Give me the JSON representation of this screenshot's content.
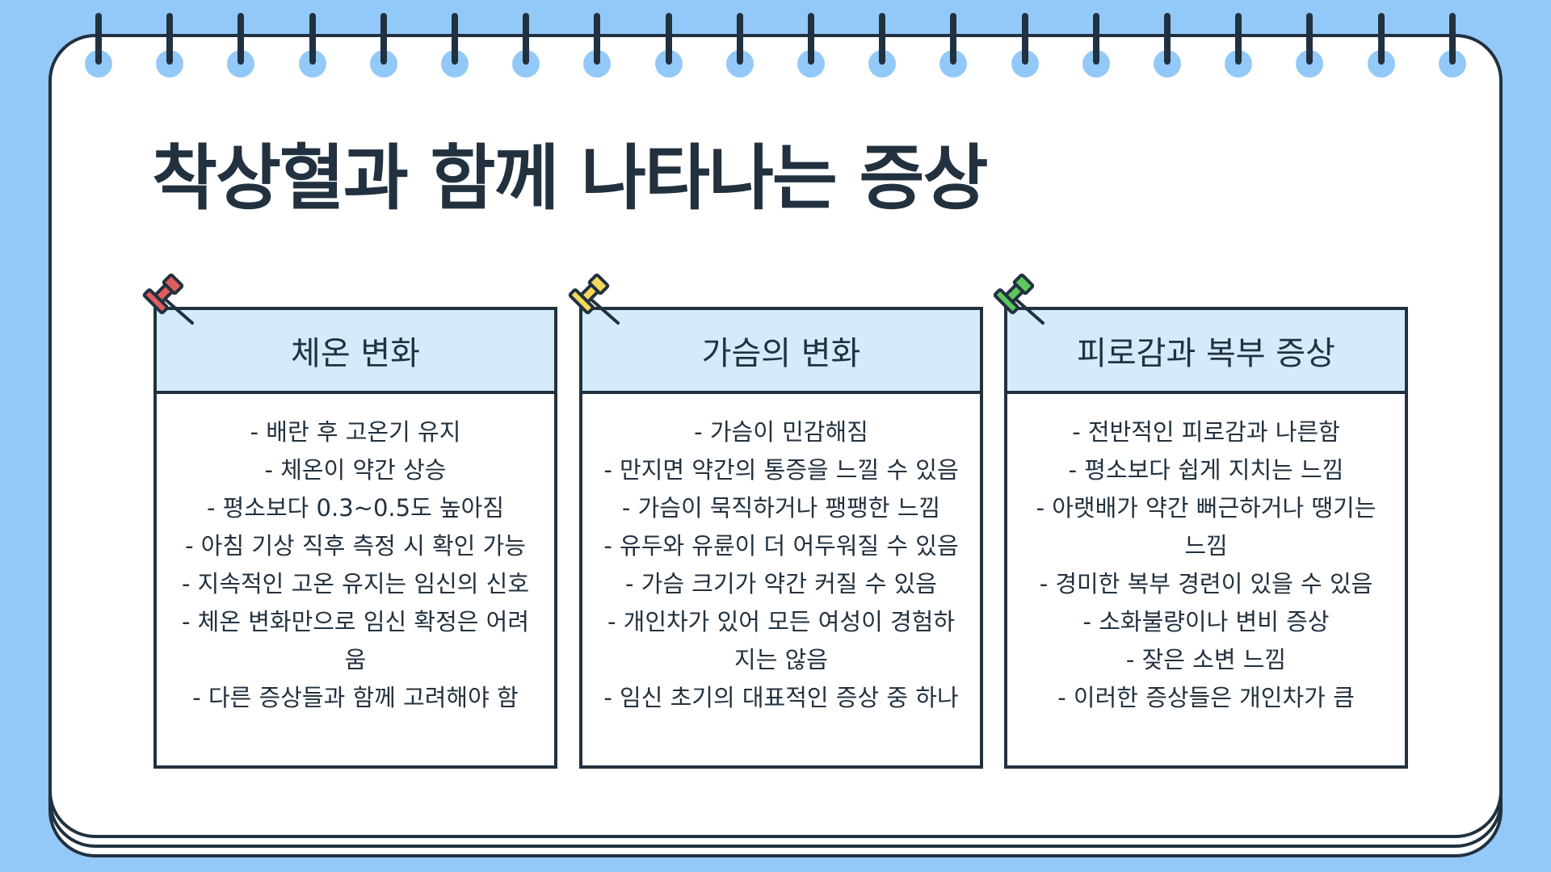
{
  "title": "착상혈과 함께 나타나는 증상",
  "colors": {
    "background": "#93c9f8",
    "ink": "#22313f",
    "card_header": "#d4ebf9",
    "pin_red": "#e15d5d",
    "pin_yellow": "#f5d85d",
    "pin_green": "#5cc85c"
  },
  "cards": [
    {
      "heading": "체온 변화",
      "pin_color": "red",
      "lines": [
        "- 배란 후 고온기 유지",
        "- 체온이 약간 상승",
        "- 평소보다 0.3~0.5도 높아짐",
        "- 아침 기상 직후 측정 시 확인 가능",
        "- 지속적인 고온 유지는 임신의 신호",
        "- 체온 변화만으로 임신 확정은 어려움",
        "- 다른 증상들과 함께 고려해야 함"
      ]
    },
    {
      "heading": "가슴의 변화",
      "pin_color": "yellow",
      "lines": [
        "- 가슴이 민감해짐",
        "- 만지면 약간의 통증을 느낄 수 있음",
        "- 가슴이 묵직하거나 팽팽한 느낌",
        "- 유두와 유륜이 더 어두워질 수 있음",
        "- 가슴 크기가 약간 커질 수 있음",
        "- 개인차가 있어 모든 여성이 경험하지는 않음",
        "- 임신 초기의 대표적인 증상 중 하나"
      ]
    },
    {
      "heading": "피로감과 복부 증상",
      "pin_color": "green",
      "lines": [
        "- 전반적인 피로감과 나른함",
        "- 평소보다 쉽게 지치는 느낌",
        "- 아랫배가 약간 뻐근하거나 땡기는 느낌",
        "- 경미한 복부 경련이 있을 수 있음",
        "- 소화불량이나 변비 증상",
        "- 잦은 소변 느낌",
        "- 이러한 증상들은 개인차가 큼"
      ]
    }
  ]
}
